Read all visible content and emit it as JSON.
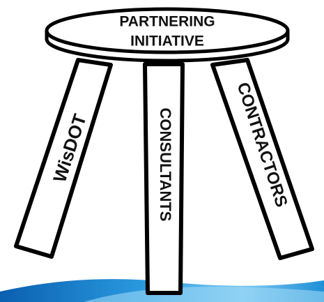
{
  "diagram": {
    "seat": {
      "line1": "PARTNERING",
      "line2": "INITIATIVE"
    },
    "legs": [
      {
        "label": "WisDOT"
      },
      {
        "label": "CONSULTANTS"
      },
      {
        "label": "CONTRACTORS"
      }
    ]
  },
  "colors": {
    "outline": "#000000",
    "fill": "#ffffff",
    "text": "#111111",
    "footer_wave": "#1f8fd6"
  }
}
